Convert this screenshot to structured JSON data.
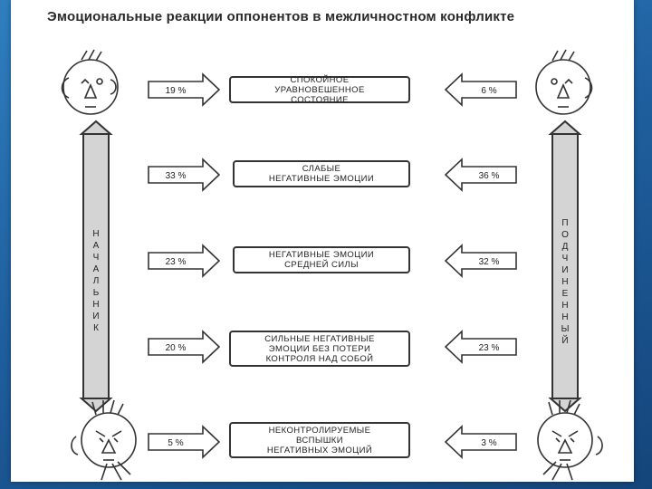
{
  "title": "Эмоциональные реакции оппонентов в межличностном конфликте",
  "left_bar_label": "НАЧАЛЬНИК",
  "right_bar_label": "ПОДЧИНЕННЫЙ",
  "levels": [
    {
      "label": "СПОКОЙНОЕ\nУРАВНОВЕШЕННОЕ\nСОСТОЯНИЕ",
      "left": "19 %",
      "right": "6 %"
    },
    {
      "label": "СЛАБЫЕ\nНЕГАТИВНЫЕ ЭМОЦИИ",
      "left": "33 %",
      "right": "36 %"
    },
    {
      "label": "НЕГАТИВНЫЕ ЭМОЦИИ\nСРЕДНЕЙ СИЛЫ",
      "left": "23 %",
      "right": "32 %"
    },
    {
      "label": "СИЛЬНЫЕ НЕГАТИВНЫЕ\nЭМОЦИИ БЕЗ ПОТЕРИ\nКОНТРОЛЯ НАД СОБОЙ",
      "left": "20 %",
      "right": "23 %"
    },
    {
      "label": "НЕКОНТРОЛИРУЕМЫЕ\nВСПЫШКИ\nНЕГАТИВНЫХ ЭМОЦИЙ",
      "left": "5 %",
      "right": "3 %"
    }
  ],
  "icons": {
    "face_top_left": "calm-face-icon",
    "face_top_right": "calm-face-icon",
    "face_bottom_left": "angry-face-icon",
    "face_bottom_right": "angry-face-icon"
  }
}
